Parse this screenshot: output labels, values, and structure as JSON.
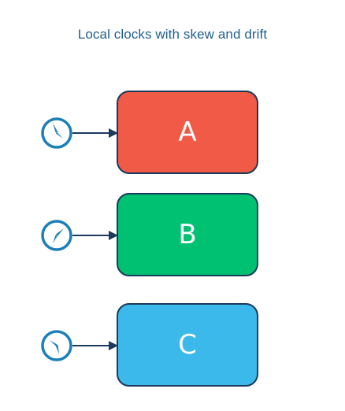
{
  "title": "Local clocks with skew and drift",
  "colors": {
    "title": "#1f5f8b",
    "clock": "#1c7fb8",
    "arrow": "#1b3a5c",
    "outline": "#1b3a5c"
  },
  "nodes": [
    {
      "label": "A",
      "color": "#f05a46",
      "clock_icon": "clock-icon"
    },
    {
      "label": "B",
      "color": "#00c071",
      "clock_icon": "clock-icon"
    },
    {
      "label": "C",
      "color": "#3bb9ea",
      "clock_icon": "clock-icon"
    }
  ]
}
